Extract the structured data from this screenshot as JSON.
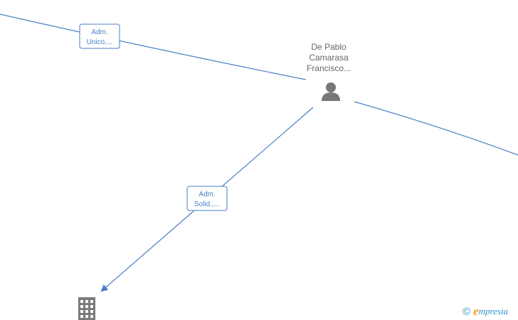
{
  "nodes": {
    "person": {
      "name_lines": [
        "De Pablo",
        "Camarasa",
        "Francisco..."
      ],
      "icon": "person-icon"
    },
    "company": {
      "icon": "building-icon"
    }
  },
  "edges": [
    {
      "label_line1": "Adm.",
      "label_line2": "Unico,..."
    },
    {
      "label_line1": "Adm.",
      "label_line2": "Solid.,..."
    }
  ],
  "watermark": {
    "symbol": "©",
    "brand_first": "e",
    "brand_rest": "mpresia"
  },
  "colors": {
    "edge": "#4a7ec4",
    "icon": "#777777",
    "label_border": "#4a7ec4",
    "text": "#666666"
  }
}
